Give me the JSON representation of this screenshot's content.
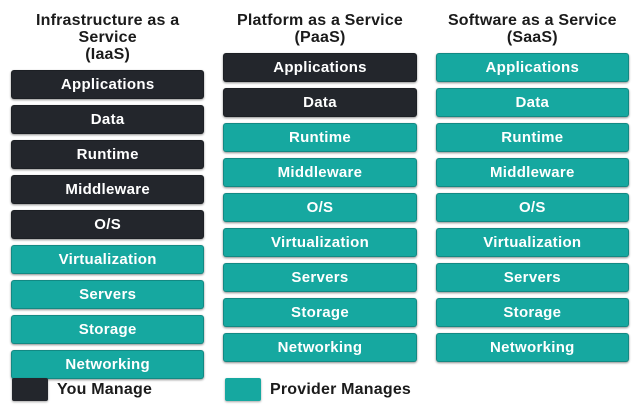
{
  "colors": {
    "you_manage": "#23262c",
    "provider_manages": "#16a8a0",
    "box_text": "#ffffff",
    "heading_text": "#1b1b1b"
  },
  "columns": [
    {
      "heading_line1": "Infrastructure as a Service",
      "heading_line2": "(IaaS)",
      "rows": [
        {
          "label": "Applications",
          "managed_by": "you"
        },
        {
          "label": "Data",
          "managed_by": "you"
        },
        {
          "label": "Runtime",
          "managed_by": "you"
        },
        {
          "label": "Middleware",
          "managed_by": "you"
        },
        {
          "label": "O/S",
          "managed_by": "you"
        },
        {
          "label": "Virtualization",
          "managed_by": "provider"
        },
        {
          "label": "Servers",
          "managed_by": "provider"
        },
        {
          "label": "Storage",
          "managed_by": "provider"
        },
        {
          "label": "Networking",
          "managed_by": "provider"
        }
      ]
    },
    {
      "heading_line1": "Platform as a Service",
      "heading_line2": "(PaaS)",
      "rows": [
        {
          "label": "Applications",
          "managed_by": "you"
        },
        {
          "label": "Data",
          "managed_by": "you"
        },
        {
          "label": "Runtime",
          "managed_by": "provider"
        },
        {
          "label": "Middleware",
          "managed_by": "provider"
        },
        {
          "label": "O/S",
          "managed_by": "provider"
        },
        {
          "label": "Virtualization",
          "managed_by": "provider"
        },
        {
          "label": "Servers",
          "managed_by": "provider"
        },
        {
          "label": "Storage",
          "managed_by": "provider"
        },
        {
          "label": "Networking",
          "managed_by": "provider"
        }
      ]
    },
    {
      "heading_line1": "Software as a Service",
      "heading_line2": "(SaaS)",
      "rows": [
        {
          "label": "Applications",
          "managed_by": "provider"
        },
        {
          "label": "Data",
          "managed_by": "provider"
        },
        {
          "label": "Runtime",
          "managed_by": "provider"
        },
        {
          "label": "Middleware",
          "managed_by": "provider"
        },
        {
          "label": "O/S",
          "managed_by": "provider"
        },
        {
          "label": "Virtualization",
          "managed_by": "provider"
        },
        {
          "label": "Servers",
          "managed_by": "provider"
        },
        {
          "label": "Storage",
          "managed_by": "provider"
        },
        {
          "label": "Networking",
          "managed_by": "provider"
        }
      ]
    }
  ],
  "legend": [
    {
      "label": "You Manage",
      "key": "you_manage"
    },
    {
      "label": "Provider Manages",
      "key": "provider_manages"
    }
  ]
}
